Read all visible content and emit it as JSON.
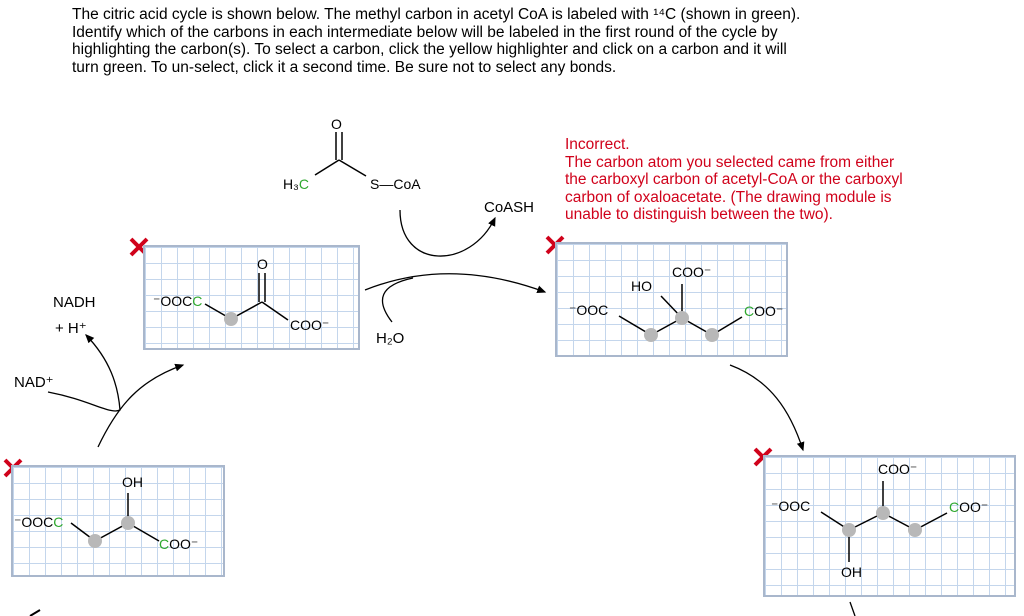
{
  "instructions": {
    "line1": "The citric acid cycle is shown below. The methyl carbon in acetyl CoA is labeled with ¹⁴C (shown in green).",
    "line2": "Identify which of the carbons in each intermediate below will be labeled in the first round of the cycle by",
    "line3": "highlighting the carbon(s). To select a carbon, click the yellow highlighter and click on a carbon and it will",
    "line4": "turn green. To un-select, click it a second time. Be sure not to select any bonds."
  },
  "feedback": {
    "title": "Incorrect.",
    "line1": "The carbon atom you selected came from either",
    "line2": "the carboxyl carbon of acetyl-CoA or the carboxyl",
    "line3": "carbon of oxaloacetate. (The drawing module is",
    "line4": "unable to distinguish between the two)."
  },
  "acetyl_coa": {
    "methyl": "H₃C",
    "thioester": "S—CoA",
    "carbonyl_o": "O"
  },
  "cofactors": {
    "coash": "CoASH",
    "water": "H₂O",
    "nadh": "NADH",
    "h_plus": "+ H⁺",
    "nad": "NAD⁺"
  },
  "oxaloacetate": {
    "left_carboxylate": "OOC",
    "right_carboxylate": "COO",
    "carbonyl_o": "O"
  },
  "citrate": {
    "ho": "HO",
    "top_carboxylate": "COO",
    "left_carboxylate": "OOC",
    "right_carboxylate": "COO"
  },
  "isocitrate": {
    "top_carboxylate": "COO",
    "left_carboxylate": "OOC",
    "right_carboxylate": "COO",
    "oh": "OH"
  },
  "malate": {
    "oh": "OH",
    "left_carboxylate": "OOC",
    "right_carboxylate": "COO"
  },
  "colors": {
    "incorrect_red": "#d0021b",
    "label_green": "#2fa82f",
    "grid_line": "#c4d6ec",
    "selected_atom": "#b8b8b8"
  }
}
